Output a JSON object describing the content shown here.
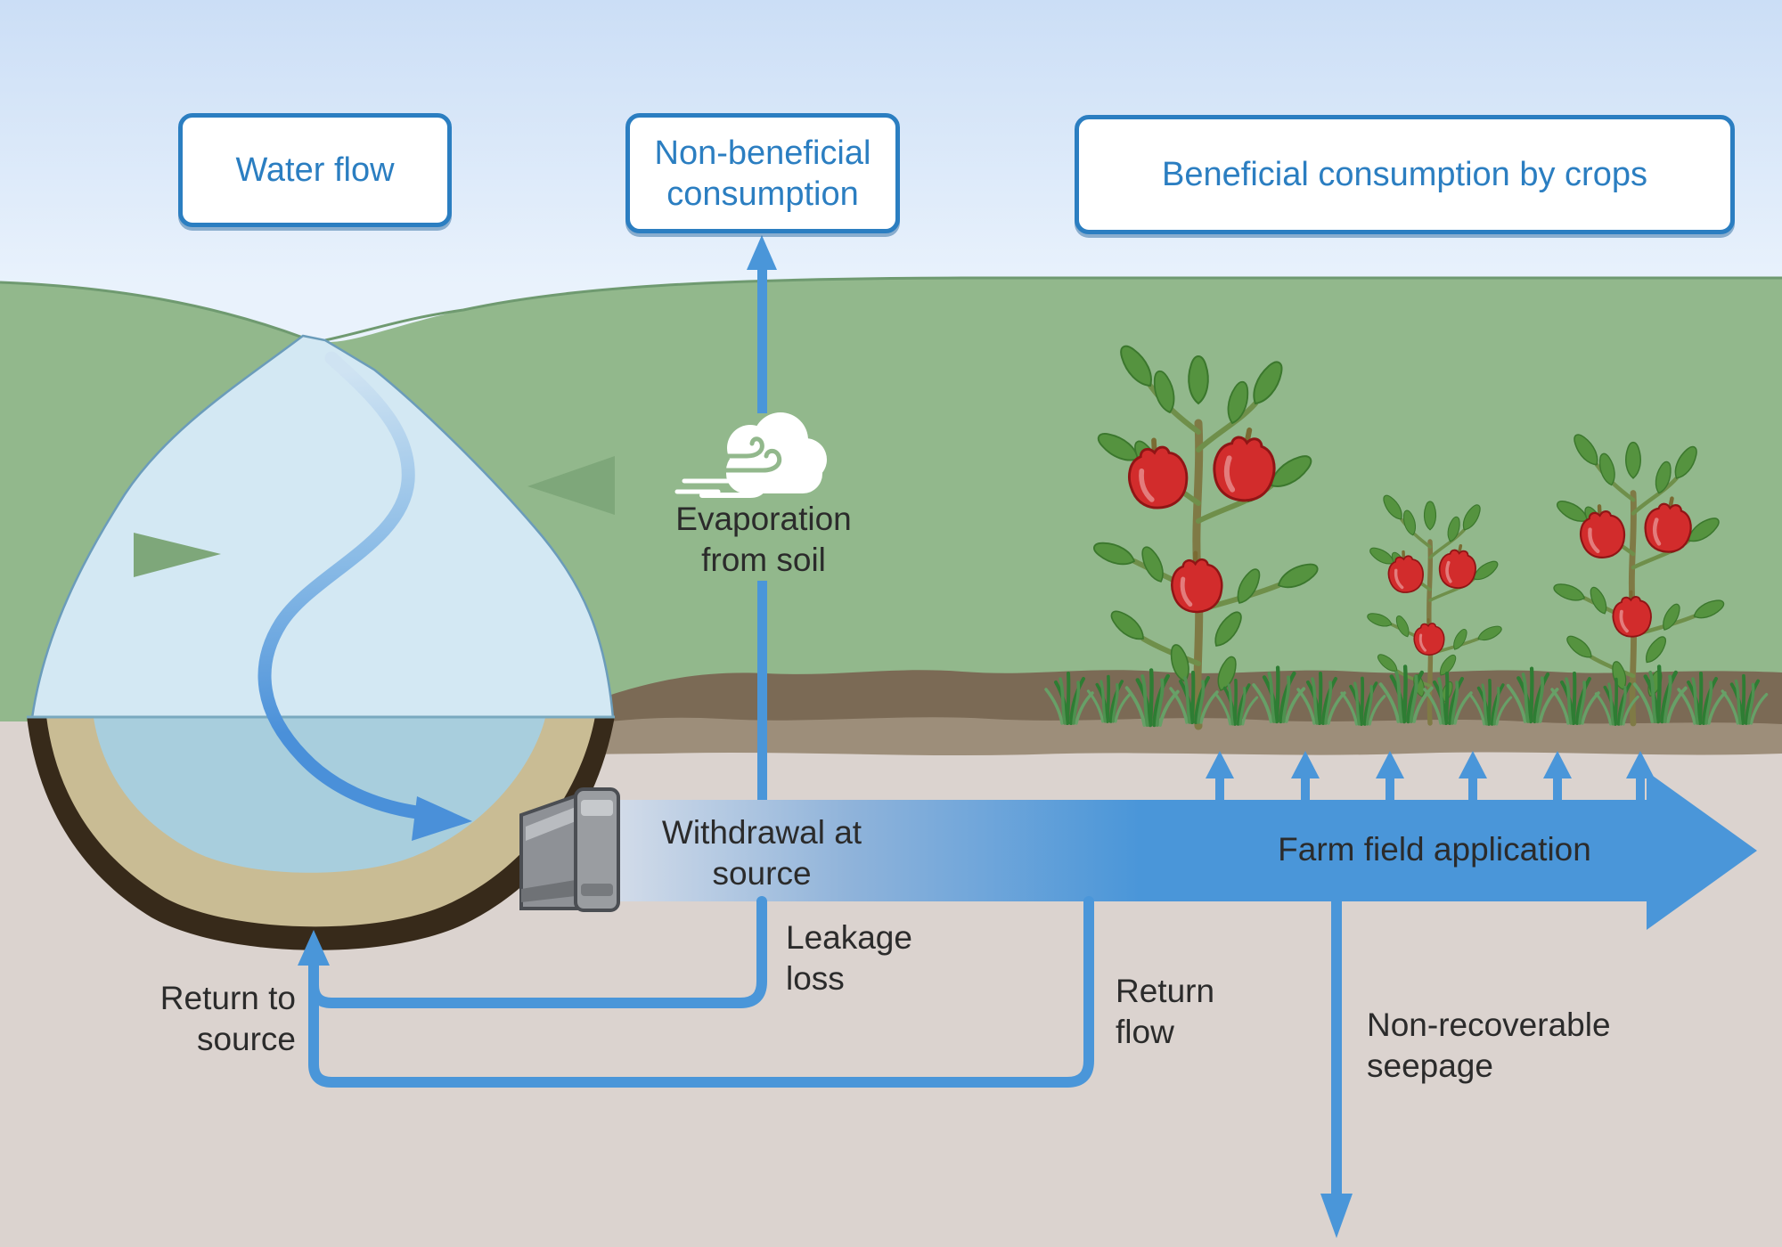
{
  "legend_boxes": {
    "water_flow": "Water flow",
    "non_beneficial": "Non-beneficial consumption",
    "beneficial": "Beneficial consumption by crops"
  },
  "flow_labels": {
    "evaporation": "Evaporation from soil",
    "withdrawal": "Withdrawal at source",
    "farm_field": "Farm field application",
    "leakage": "Leakage loss",
    "return_flow": "Return flow",
    "return_to_source": "Return to source",
    "seepage": "Non-recoverable seepage"
  },
  "icons": {
    "evaporation_icon": "wind-cloud-icon"
  },
  "colors": {
    "accent_blue": "#2b7ec1",
    "flow_blue": "#4a96d9",
    "text_dark": "#2b2b2b",
    "field_green": "#92b88c",
    "river_light": "#d3e8f3",
    "pond_water": "#a8cedd",
    "soil_dark": "#7b6a55",
    "soil_light": "#9d8e7a",
    "underground": "#dbd3cf",
    "pepper_red": "#d22c2c"
  }
}
